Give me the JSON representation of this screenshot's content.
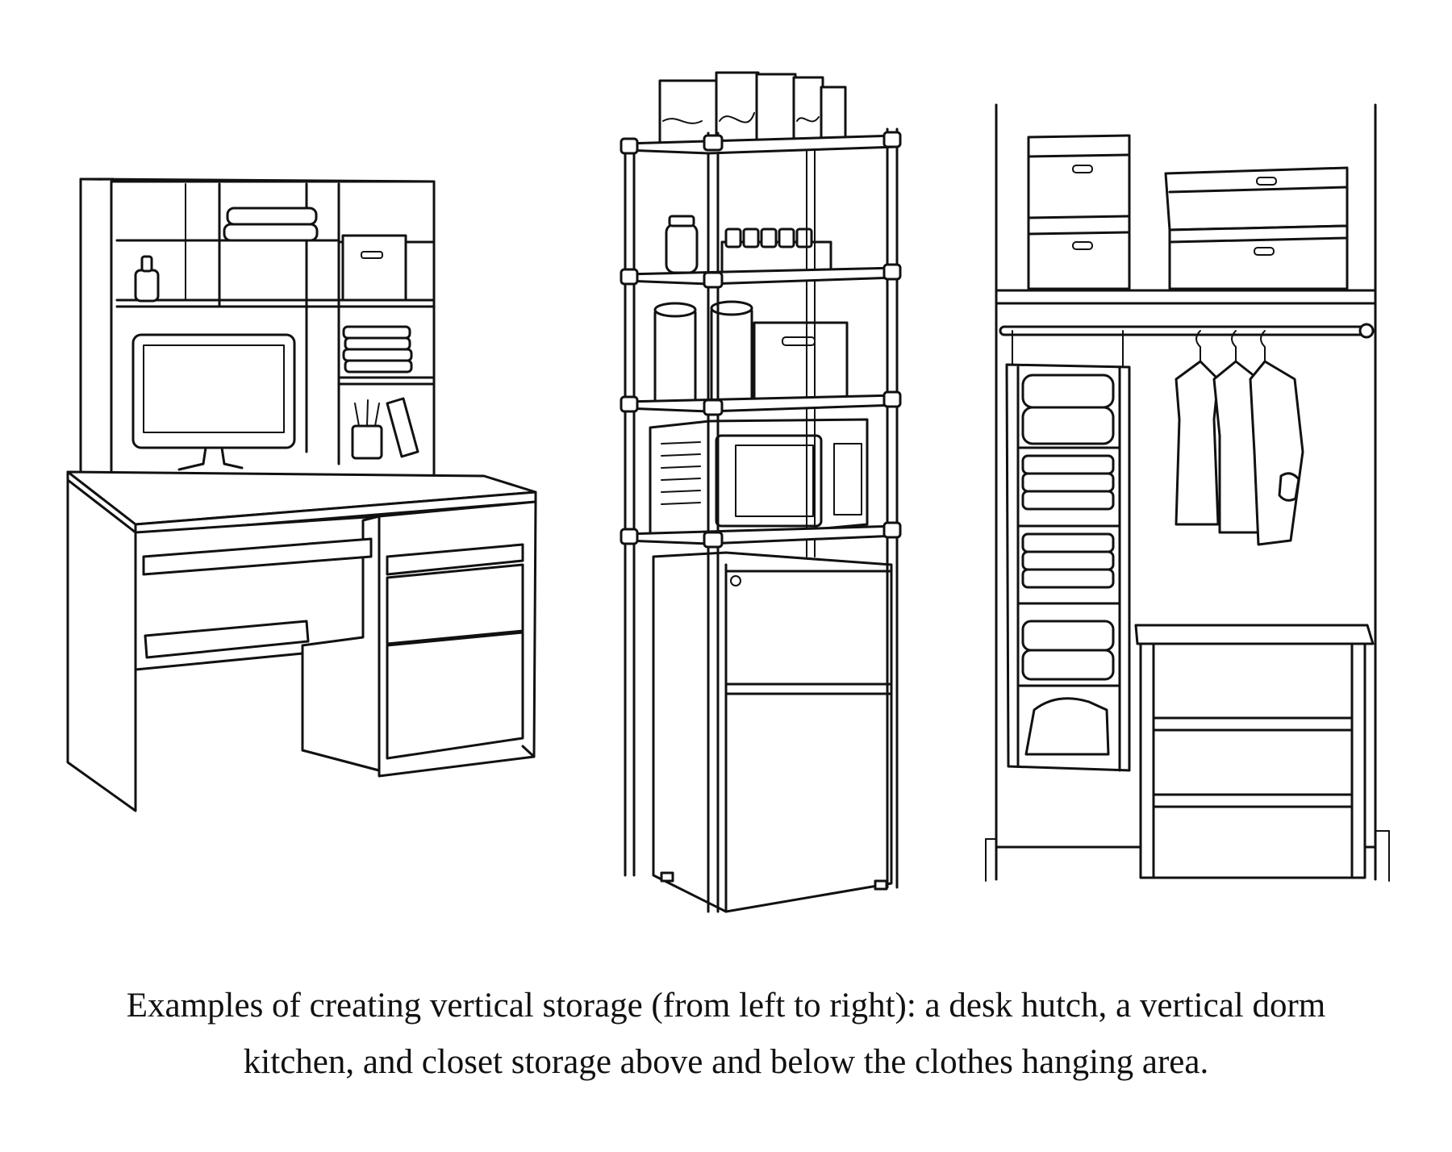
{
  "caption": {
    "line1": "Examples of creating vertical storage (from left to right): a desk hutch, a vertical dorm",
    "line2": "kitchen, and closet storage above and below the clothes hanging area."
  },
  "illustrations": [
    {
      "name": "desk-hutch-illustration",
      "icon": "desk-hutch-icon"
    },
    {
      "name": "vertical-dorm-kitchen-illustration",
      "icon": "shelving-unit-icon"
    },
    {
      "name": "closet-storage-illustration",
      "icon": "closet-icon"
    }
  ],
  "colors": {
    "ink": "#111111",
    "paper": "#ffffff"
  }
}
